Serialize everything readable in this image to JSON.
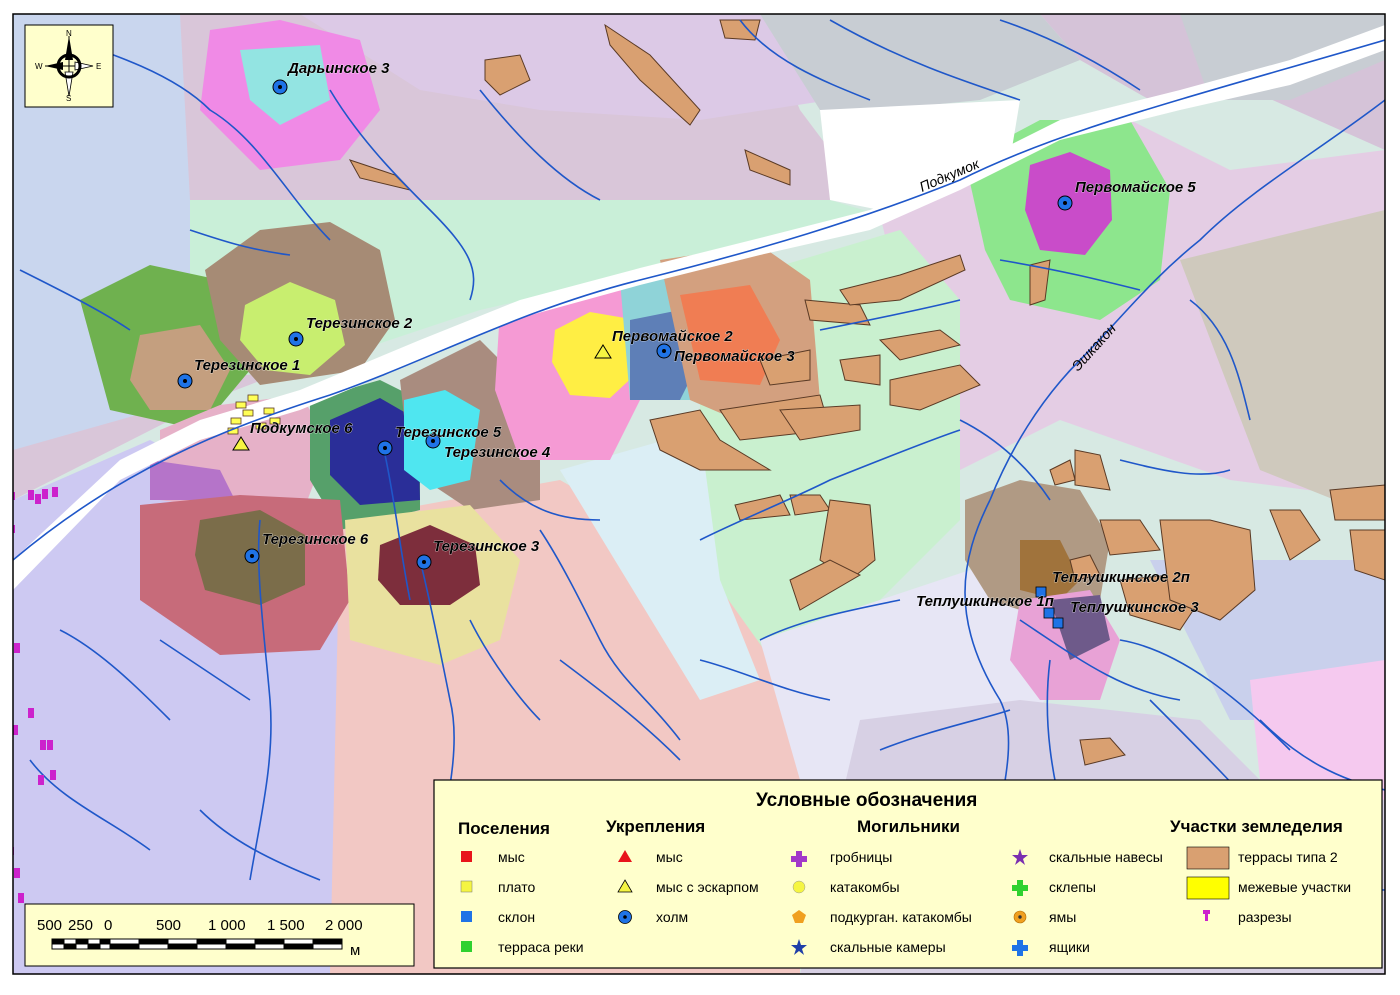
{
  "rivers": {
    "podkumok": "Подкумок",
    "eshkakon": "Эшкакон"
  },
  "sites": [
    {
      "id": "darinskoe-3",
      "label": "Дарьинское 3",
      "marker": "hill"
    },
    {
      "id": "terezinskoe-2",
      "label": "Терезинское 2",
      "marker": "hill"
    },
    {
      "id": "terezinskoe-1",
      "label": "Терезинское 1",
      "marker": "hill"
    },
    {
      "id": "podkumskoe-6",
      "label": "Подкумское 6",
      "marker": "promontory-scarp"
    },
    {
      "id": "terezinskoe-5",
      "label": "Терезинское 5",
      "marker": "hill"
    },
    {
      "id": "terezinskoe-4",
      "label": "Терезинское 4",
      "marker": "hill"
    },
    {
      "id": "terezinskoe-6",
      "label": "Терезинское 6",
      "marker": "hill"
    },
    {
      "id": "terezinskoe-3",
      "label": "Терезинское 3",
      "marker": "hill"
    },
    {
      "id": "pervomayskoe-2",
      "label": "Первомайское 2",
      "marker": "promontory-scarp"
    },
    {
      "id": "pervomayskoe-3",
      "label": "Первомайское 3",
      "marker": "hill"
    },
    {
      "id": "pervomayskoe-5",
      "label": "Первомайское 5",
      "marker": "hill"
    },
    {
      "id": "teplushkinskoe-2p",
      "label": "Теплушкинское 2п",
      "marker": "slope"
    },
    {
      "id": "teplushkinskoe-1p",
      "label": "Теплушкинское 1п",
      "marker": "slope"
    },
    {
      "id": "teplushkinskoe-3",
      "label": "Теплушкинское 3",
      "marker": "slope"
    }
  ],
  "compass": {
    "n": "N",
    "s": "S",
    "e": "E",
    "w": "W"
  },
  "scale": {
    "ticks": [
      "500",
      "250",
      "0",
      "500",
      "1 000",
      "1 500",
      "2 000"
    ],
    "unit": "м"
  },
  "legend": {
    "title": "Условные обозначения",
    "groups": {
      "settlements": {
        "heading": "Поселения",
        "items": [
          {
            "label": "мыс",
            "color": "#e8141b",
            "symbol": "square"
          },
          {
            "label": "плато",
            "color": "#f5f542",
            "symbol": "square"
          },
          {
            "label": "склон",
            "color": "#1f73e6",
            "symbol": "square"
          },
          {
            "label": "терраса реки",
            "color": "#2fd12f",
            "symbol": "square"
          }
        ]
      },
      "fortifications": {
        "heading": "Укрепления",
        "items": [
          {
            "label": "мыс",
            "color": "#e8141b",
            "symbol": "triangle"
          },
          {
            "label": "мыс с эскарпом",
            "color": "#f5f542",
            "symbol": "triangle"
          },
          {
            "label": "холм",
            "color": "#1f73e6",
            "symbol": "dot-circle"
          }
        ]
      },
      "burials_a": {
        "heading": "Могильники",
        "items": [
          {
            "label": "гробницы",
            "color": "#a238c9",
            "symbol": "cross"
          },
          {
            "label": "катакомбы",
            "color": "#f5f542",
            "symbol": "circle"
          },
          {
            "label": "подкурган. катакомбы",
            "color": "#f0a020",
            "symbol": "pentagon"
          },
          {
            "label": "скальные камеры",
            "color": "#1f3fa8",
            "symbol": "star"
          }
        ]
      },
      "burials_b": {
        "items": [
          {
            "label": "скальные навесы",
            "color": "#7a2fb0",
            "symbol": "star"
          },
          {
            "label": "склепы",
            "color": "#2fd12f",
            "symbol": "cross"
          },
          {
            "label": "ямы",
            "color": "#f0a020",
            "symbol": "dot-circle"
          },
          {
            "label": "ящики",
            "color": "#1f73e6",
            "symbol": "cross"
          }
        ]
      },
      "farming": {
        "heading": "Участки земледелия",
        "items": [
          {
            "label": "террасы типа 2",
            "color": "#d9a071",
            "symbol": "rect"
          },
          {
            "label": "межевые участки",
            "color": "#ffff00",
            "symbol": "rect"
          },
          {
            "label": "разрезы",
            "color": "#cc22cc",
            "symbol": "pin"
          }
        ]
      }
    }
  }
}
